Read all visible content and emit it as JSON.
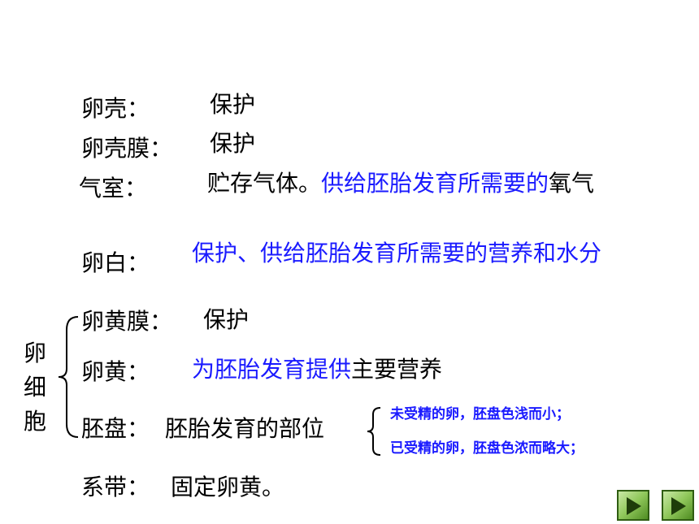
{
  "rows": {
    "shell": {
      "label": "卵壳：",
      "desc": "保护"
    },
    "membrane": {
      "label": "卵壳膜：",
      "desc": "保护"
    },
    "air": {
      "label": "气室：",
      "desc_black": "贮存气体。",
      "desc_blue": "供给胚胎发育所需要的",
      "desc_tail": "氧气"
    },
    "white": {
      "label": "卵白：",
      "desc": "保护、供给胚胎发育所需要的营养和水分"
    },
    "yolk_membrane": {
      "label": "卵黄膜：",
      "desc": "保护"
    },
    "yolk": {
      "label": "卵黄：",
      "desc_blue": "为胚胎发育提供",
      "desc_black": "主要营养"
    },
    "disc": {
      "label": "胚盘：",
      "desc": "胚胎发育的部位"
    },
    "unfertilized": "未受精的卵，胚盘色浅而小；",
    "fertilized": "已受精的卵，胚盘色浓而略大；",
    "chalaza": {
      "label": "系带：",
      "desc": "固定卵黄。"
    }
  },
  "egg_cell": [
    "卵",
    "细",
    "胞"
  ],
  "colors": {
    "blue": "#1a1aff",
    "nav_green": "#8fc75a"
  },
  "icons": [
    "prev-slide-icon",
    "next-slide-icon"
  ]
}
